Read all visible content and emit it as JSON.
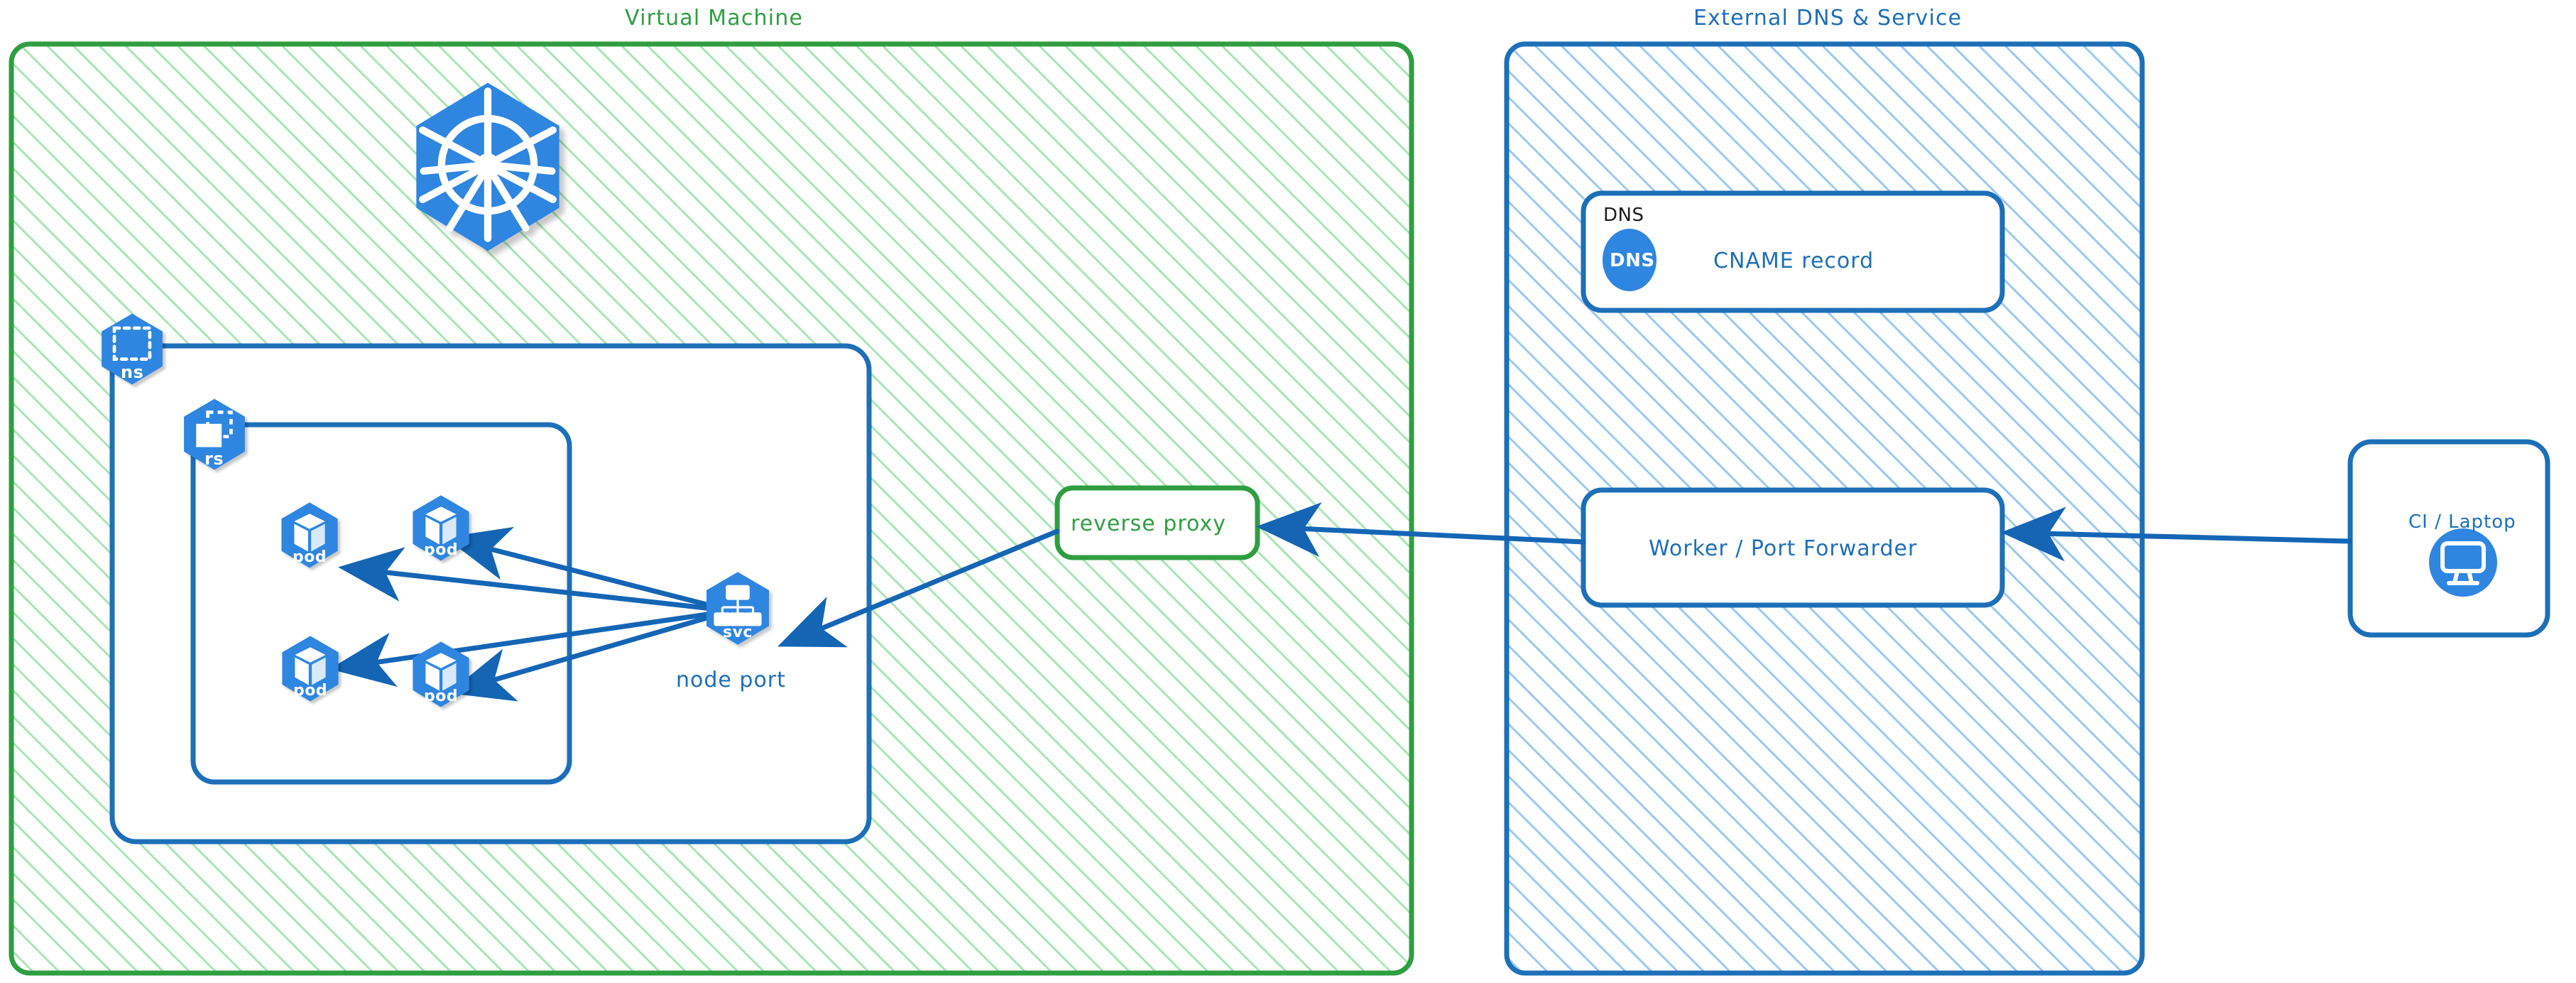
{
  "diagram": {
    "title_vm": "Virtual Machine",
    "title_external": "External DNS & Service",
    "colors": {
      "green_stroke": "#2f9e41",
      "green_hatch": "#a8e6b4",
      "blue_stroke": "#1d6fb8",
      "blue_hatch": "#9cc9f0",
      "k8s_blue": "#2f86e0",
      "arrow": "#1565b5",
      "dark_text": "#1b1b1b"
    }
  },
  "vm": {
    "title": "Virtual Machine",
    "k8s_logo": "kubernetes-wheel-icon",
    "namespace": {
      "icon_label": "ns",
      "icon_name": "namespace-icon"
    },
    "replicaset": {
      "icon_label": "rs",
      "icon_name": "replicaset-icon"
    },
    "pods": [
      {
        "label": "pod",
        "icon_name": "pod-icon"
      },
      {
        "label": "pod",
        "icon_name": "pod-icon"
      },
      {
        "label": "pod",
        "icon_name": "pod-icon"
      },
      {
        "label": "pod",
        "icon_name": "pod-icon"
      }
    ],
    "service": {
      "icon_label": "svc",
      "icon_name": "service-icon",
      "caption": "node port"
    },
    "reverse_proxy": {
      "label": "reverse proxy"
    }
  },
  "external": {
    "title": "External DNS & Service",
    "dns_card": {
      "kind_label": "DNS",
      "badge_label": "DNS",
      "record_label": "CNAME record"
    },
    "worker": {
      "label": "Worker / Port Forwarder"
    }
  },
  "client": {
    "label": "CI / Laptop",
    "icon_name": "monitor-icon"
  },
  "edges": [
    {
      "from": "service",
      "to": "pod-1",
      "name": "svc-to-pod-1"
    },
    {
      "from": "service",
      "to": "pod-2",
      "name": "svc-to-pod-2"
    },
    {
      "from": "service",
      "to": "pod-3",
      "name": "svc-to-pod-3"
    },
    {
      "from": "service",
      "to": "pod-4",
      "name": "svc-to-pod-4"
    },
    {
      "from": "reverse-proxy",
      "to": "service",
      "name": "proxy-to-service"
    },
    {
      "from": "worker",
      "to": "reverse-proxy",
      "name": "worker-to-proxy"
    },
    {
      "from": "ci-laptop",
      "to": "worker",
      "name": "laptop-to-worker"
    }
  ]
}
